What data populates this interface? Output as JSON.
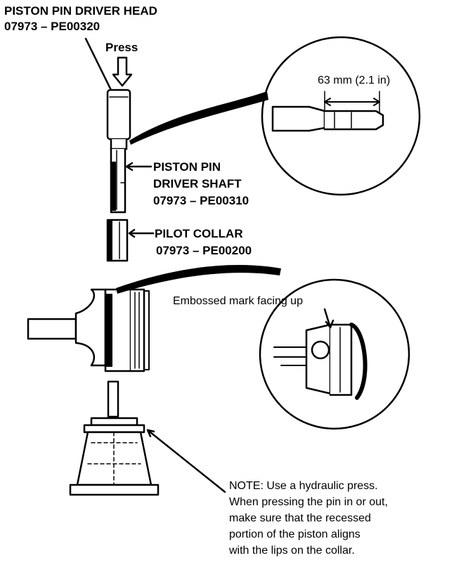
{
  "labels": {
    "driver_head": {
      "name": "PISTON PIN DRIVER HEAD",
      "part": "07973 – PE00320"
    },
    "press": "Press",
    "dimension": "63  mm (2.1  in)",
    "driver_shaft": {
      "name_1": "PISTON PIN",
      "name_2": "DRIVER SHAFT",
      "part": "07973 – PE00310"
    },
    "pilot_collar": {
      "name": "PILOT COLLAR",
      "part": "07973 – PE00200"
    },
    "embossed_mark": "Embossed mark facing up"
  },
  "note": {
    "line_1": "NOTE:  Use a hydraulic press.",
    "line_2": "When pressing the pin in or out,",
    "line_3": "make sure that the recessed",
    "line_4": "portion of the piston aligns",
    "line_5": "with the lips on the collar."
  }
}
